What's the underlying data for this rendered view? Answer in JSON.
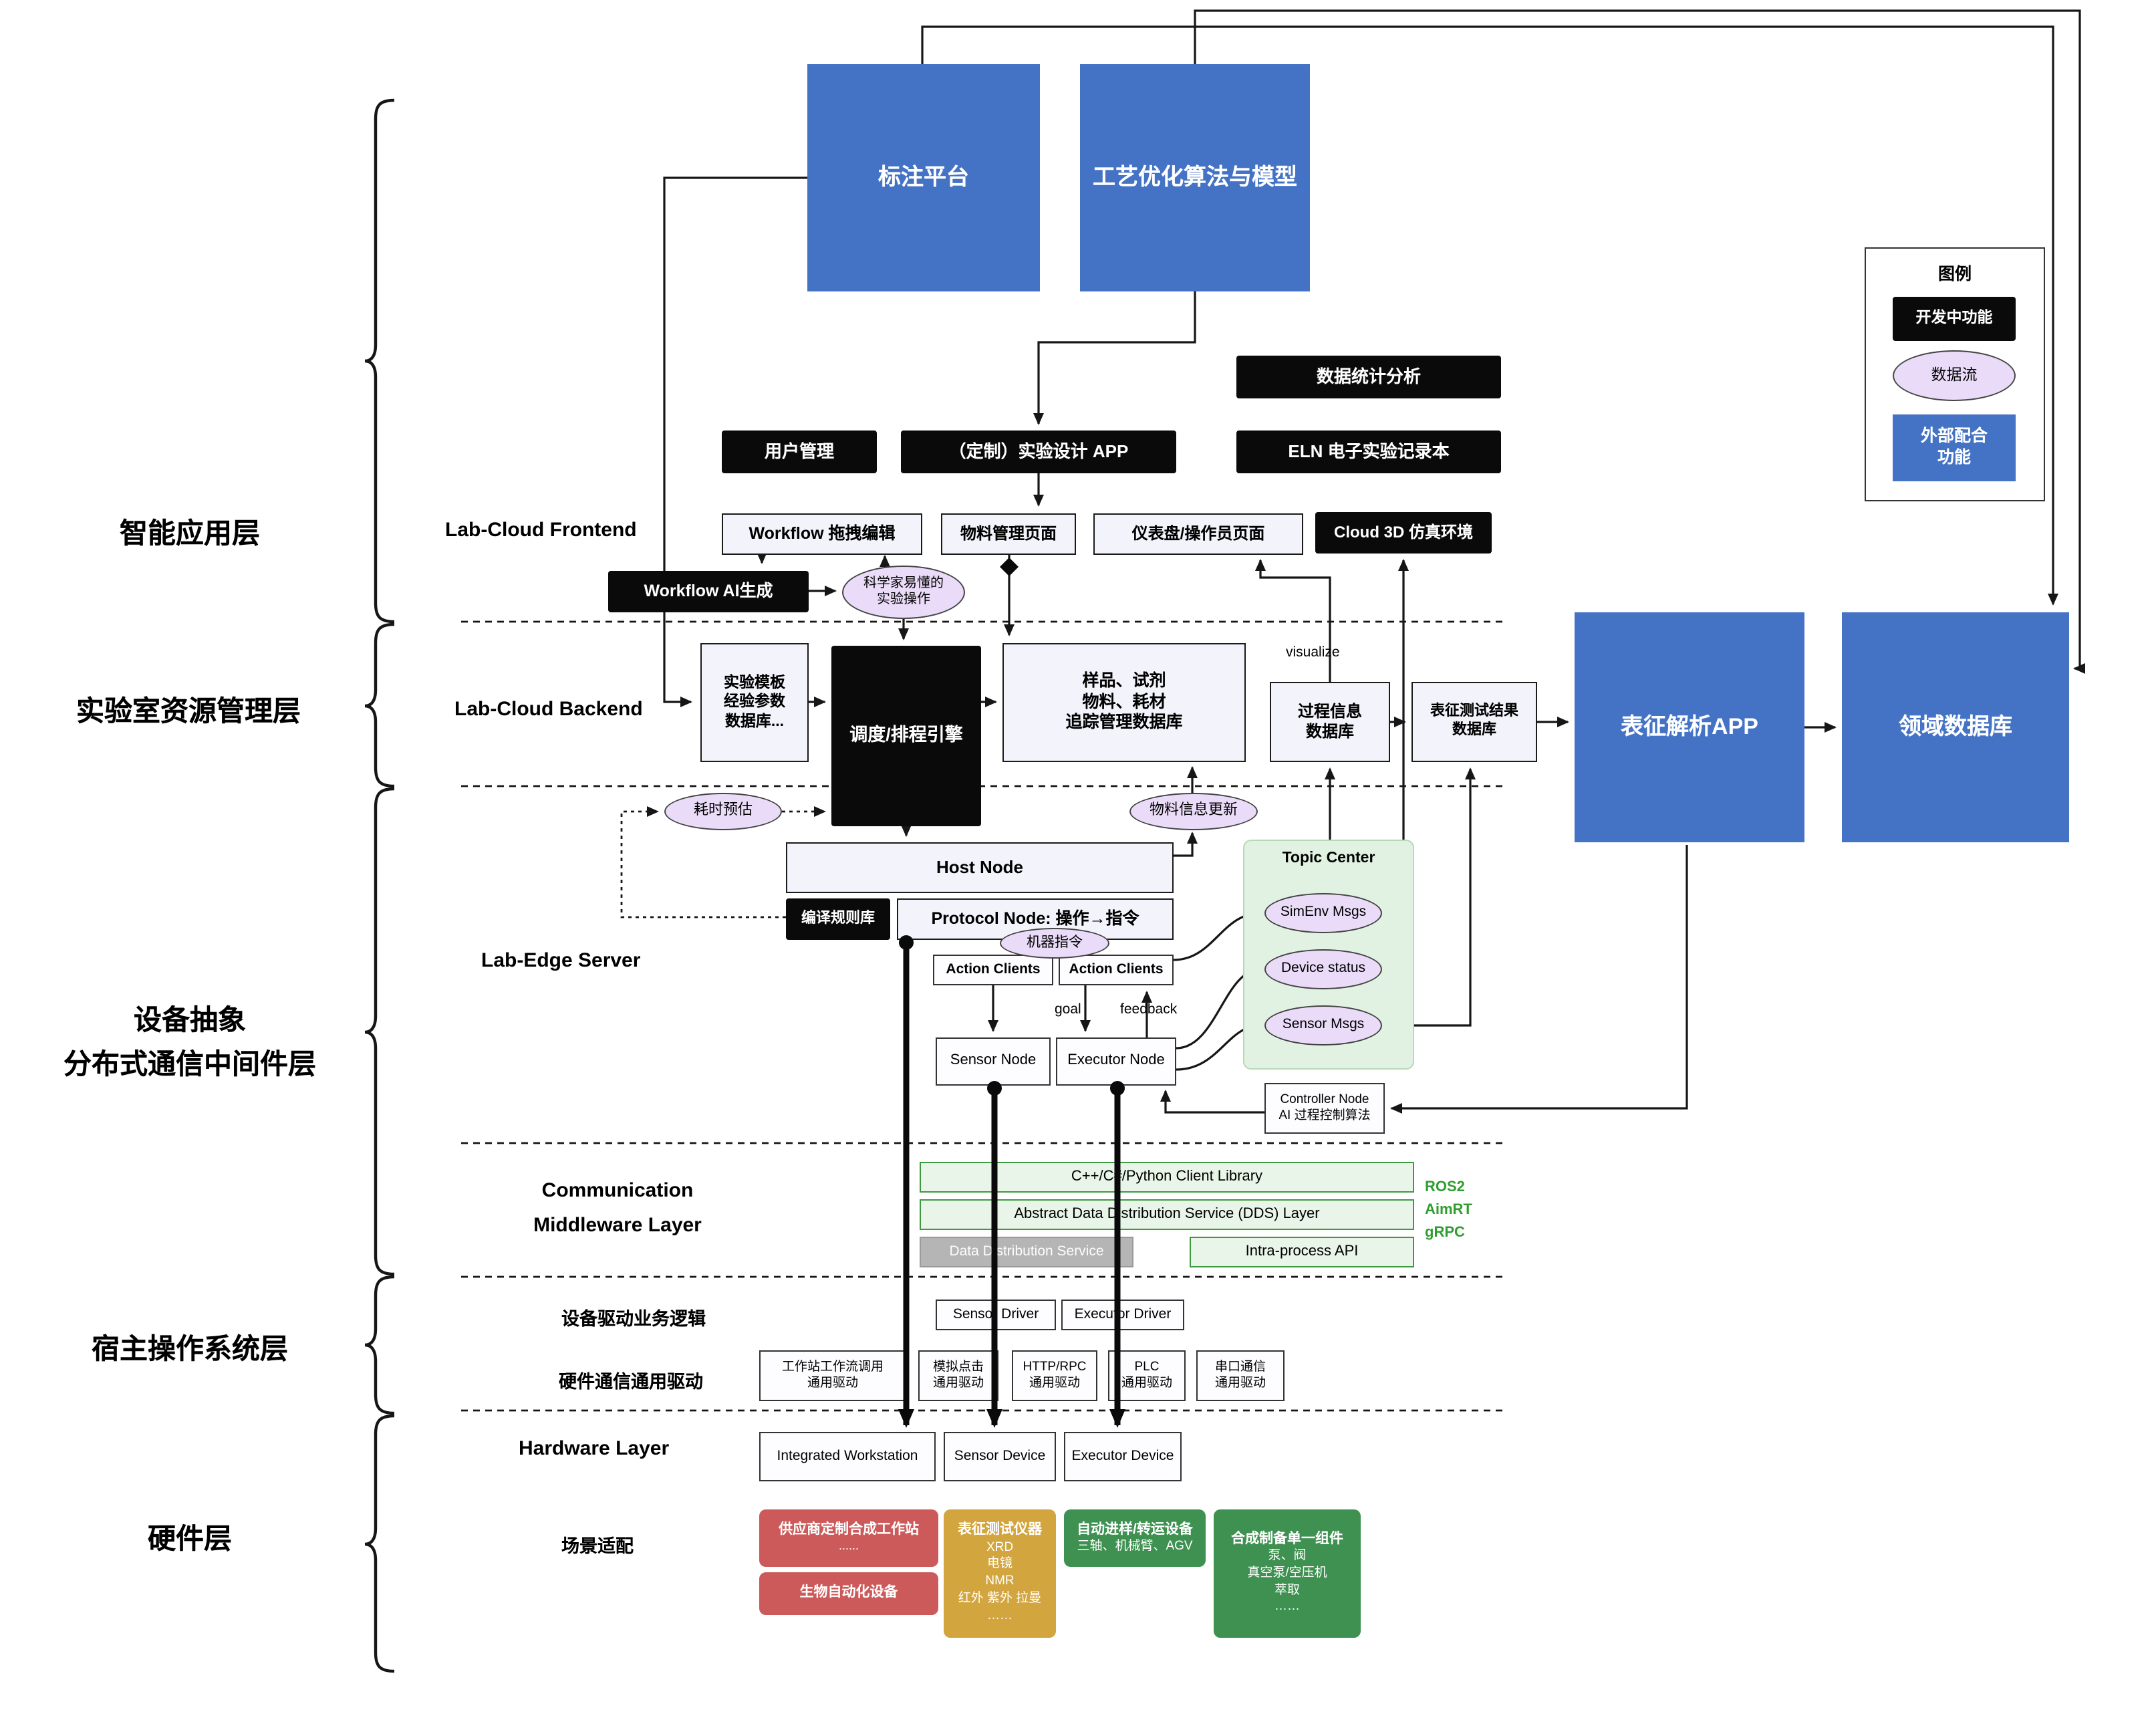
{
  "colors": {
    "developing_black": "#0a0a0a",
    "external_blue": "#4473c5",
    "dataflow_purple": "#eadcf8",
    "middleware_green": "#e8f5e8",
    "topic_green": "#e2f2e2",
    "scenario_red": "#cd5a5a",
    "scenario_gold": "#d2a53e",
    "scenario_green": "#3f9151"
  },
  "layers": {
    "intelligent_app": "智能应用层",
    "lab_resource": "实验室资源管理层",
    "device_abstraction": "设备抽象\n分布式通信中间件层",
    "host_os": "宿主操作系统层",
    "hardware": "硬件层"
  },
  "sections": {
    "frontend": "Lab-Cloud Frontend",
    "backend": "Lab-Cloud Backend",
    "edge_server": "Lab-Edge Server",
    "comm_middleware": "Communication\nMiddleware Layer",
    "device_driver_logic": "设备驱动业务逻辑",
    "hw_comm_driver": "硬件通信通用驱动",
    "hardware_layer": "Hardware Layer",
    "scenario_fit": "场景适配"
  },
  "top": {
    "annotation_platform": "标注平台",
    "process_optimization": "工艺优化算法与模型"
  },
  "legend": {
    "title": "图例",
    "developing": "开发中功能",
    "dataflow": "数据流",
    "external": "外部配合\n功能"
  },
  "dev": {
    "stats": "数据统计分析",
    "user_mgmt": "用户管理",
    "custom_app": "（定制）实验设计 APP",
    "eln": "ELN 电子实验记录本",
    "cloud3d": "Cloud 3D 仿真环境",
    "workflow_ai": "Workflow AI生成",
    "scheduler": "调度/排程引擎"
  },
  "frontend": {
    "workflow_edit": "Workflow 拖拽编辑",
    "material_page": "物料管理页面",
    "dashboard": "仪表盘/操作员页面"
  },
  "backend": {
    "template_db": "实验模板\n经验参数\n数据库...",
    "sample_db": "样品、试剂\n物料、耗材\n追踪管理数据库",
    "process_db": "过程信息\n数据库",
    "char_db": "表征测试结果\n数据库",
    "visualize": "visualize"
  },
  "right": {
    "char_app": "表征解析APP",
    "domain_db": "领域数据库"
  },
  "flows": {
    "sci_ops": "科学家易懂的\n实验操作",
    "time_est": "耗时预估",
    "material_update": "物料信息更新",
    "machine_cmd": "机器指令"
  },
  "edge": {
    "host_node": "Host Node",
    "compile_rules": "编译规则库",
    "protocol_node": "Protocol Node: 操作→指令",
    "action_clients_l": "Action Clients",
    "action_clients_r": "Action Clients",
    "goal": "goal",
    "feedback": "feedback",
    "sensor_node": "Sensor Node",
    "executor_node": "Executor Node",
    "topic_center": "Topic Center",
    "simenv": "SimEnv Msgs",
    "device_status": "Device status",
    "sensor_msgs": "Sensor Msgs",
    "controller": "Controller Node\nAI 过程控制算法"
  },
  "middleware": {
    "client_lib": "C++/C#/Python Client Library",
    "dds_layer": "Abstract Data Distribution Service (DDS) Layer",
    "dds": "Data Distribution Service",
    "intra_api": "Intra-process API",
    "ros2": "ROS2",
    "aimrt": "AimRT",
    "grpc": "gRPC"
  },
  "drivers": {
    "sensor_driver": "Sensor Driver",
    "executor_driver": "Executor Driver",
    "ws": "工作站工作流调用\n通用驱动",
    "click": "模拟点击\n通用驱动",
    "http": "HTTP/RPC\n通用驱动",
    "plc": "PLC\n通用驱动",
    "serial": "串口通信\n通用驱动"
  },
  "hardware": {
    "workstation": "Integrated Workstation",
    "sensor_device": "Sensor Device",
    "executor_device": "Executor Device"
  },
  "scenario": {
    "vendor_title": "供应商定制合成工作站",
    "vendor_sub": "......",
    "bio": "生物自动化设备",
    "char_title": "表征测试仪器",
    "char_items": "XRD\n电镜\nNMR\n红外 紫外 拉曼\n……",
    "transfer_title": "自动进样/转运设备",
    "transfer_sub": "三轴、机械臂、AGV",
    "synth_title": "合成制备单一组件",
    "synth_items": "泵、阀\n真空泵/空压机\n萃取\n……"
  }
}
